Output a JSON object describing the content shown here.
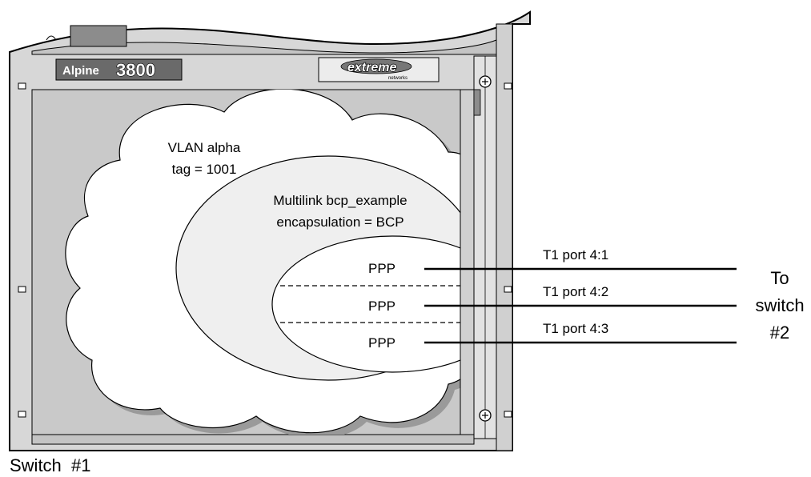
{
  "chassis": {
    "brand_prefix": "Alpine",
    "model_number": "3800",
    "vendor_name": "extreme",
    "vendor_subtitle": "networks",
    "label": "Switch  #1"
  },
  "vlan": {
    "line1": "VLAN alpha",
    "line2": "tag = 1001"
  },
  "multilink": {
    "line1": "Multilink bcp_example",
    "line2": "encapsulation = BCP"
  },
  "ppp_links": [
    {
      "label": "PPP",
      "port": "T1 port 4:1"
    },
    {
      "label": "PPP",
      "port": "T1 port 4:2"
    },
    {
      "label": "PPP",
      "port": "T1 port 4:3"
    }
  ],
  "destination": {
    "line1": "To",
    "line2": "switch",
    "line3": "#2"
  },
  "colors": {
    "chassis_fill": "#d7d7d7",
    "inner_panel": "#c9c9c9",
    "cloud_fill": "#ffffff",
    "oval_fill": "#efefef",
    "shadow": "#9a9a9a"
  }
}
